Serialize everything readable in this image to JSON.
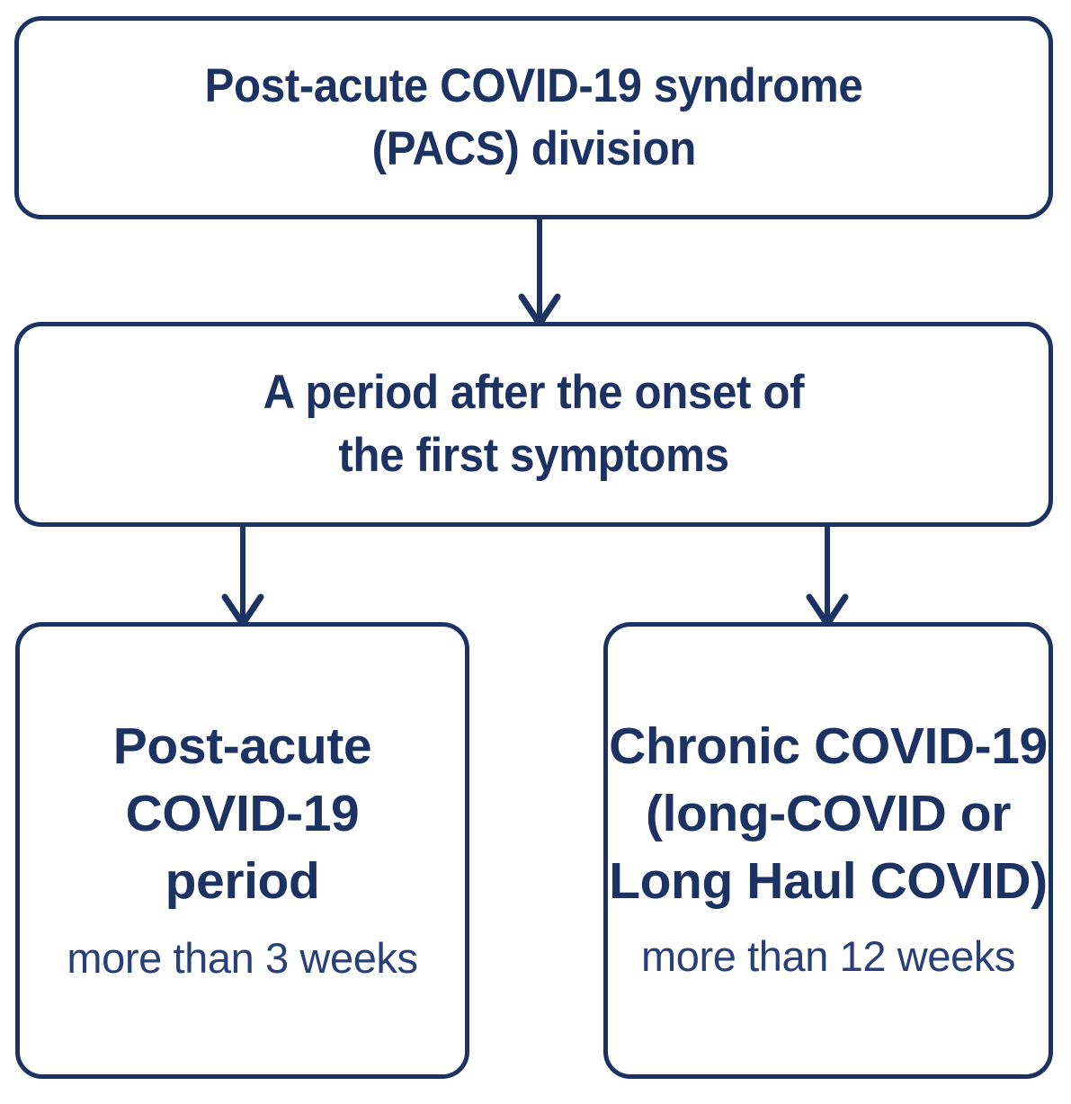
{
  "diagram": {
    "type": "flowchart",
    "orientation": "top-down",
    "accent_color": "#1b3263",
    "background_color": "#ffffff",
    "nodes": {
      "root": {
        "line1": "Post-acute COVID-19 syndrome",
        "line2": "(PACS) division"
      },
      "period": {
        "line1": "A period after the onset of",
        "line2": "the first symptoms"
      },
      "post_acute": {
        "line1": "Post-acute",
        "line2": "COVID-19",
        "line3": "period",
        "subtitle": "more than 3 weeks"
      },
      "chronic": {
        "line1": "Chronic COVID-19",
        "line2": "(long-COVID or",
        "line3": "Long Haul COVID)",
        "subtitle": "more than 12 weeks"
      }
    },
    "connectors": [
      {
        "name": "root-to-period",
        "from": "root",
        "to": "period",
        "style": "arrow-down"
      },
      {
        "name": "period-to-post-acute",
        "from": "period",
        "to": "post_acute",
        "style": "arrow-down"
      },
      {
        "name": "period-to-chronic",
        "from": "period",
        "to": "chronic",
        "style": "arrow-down"
      }
    ]
  }
}
